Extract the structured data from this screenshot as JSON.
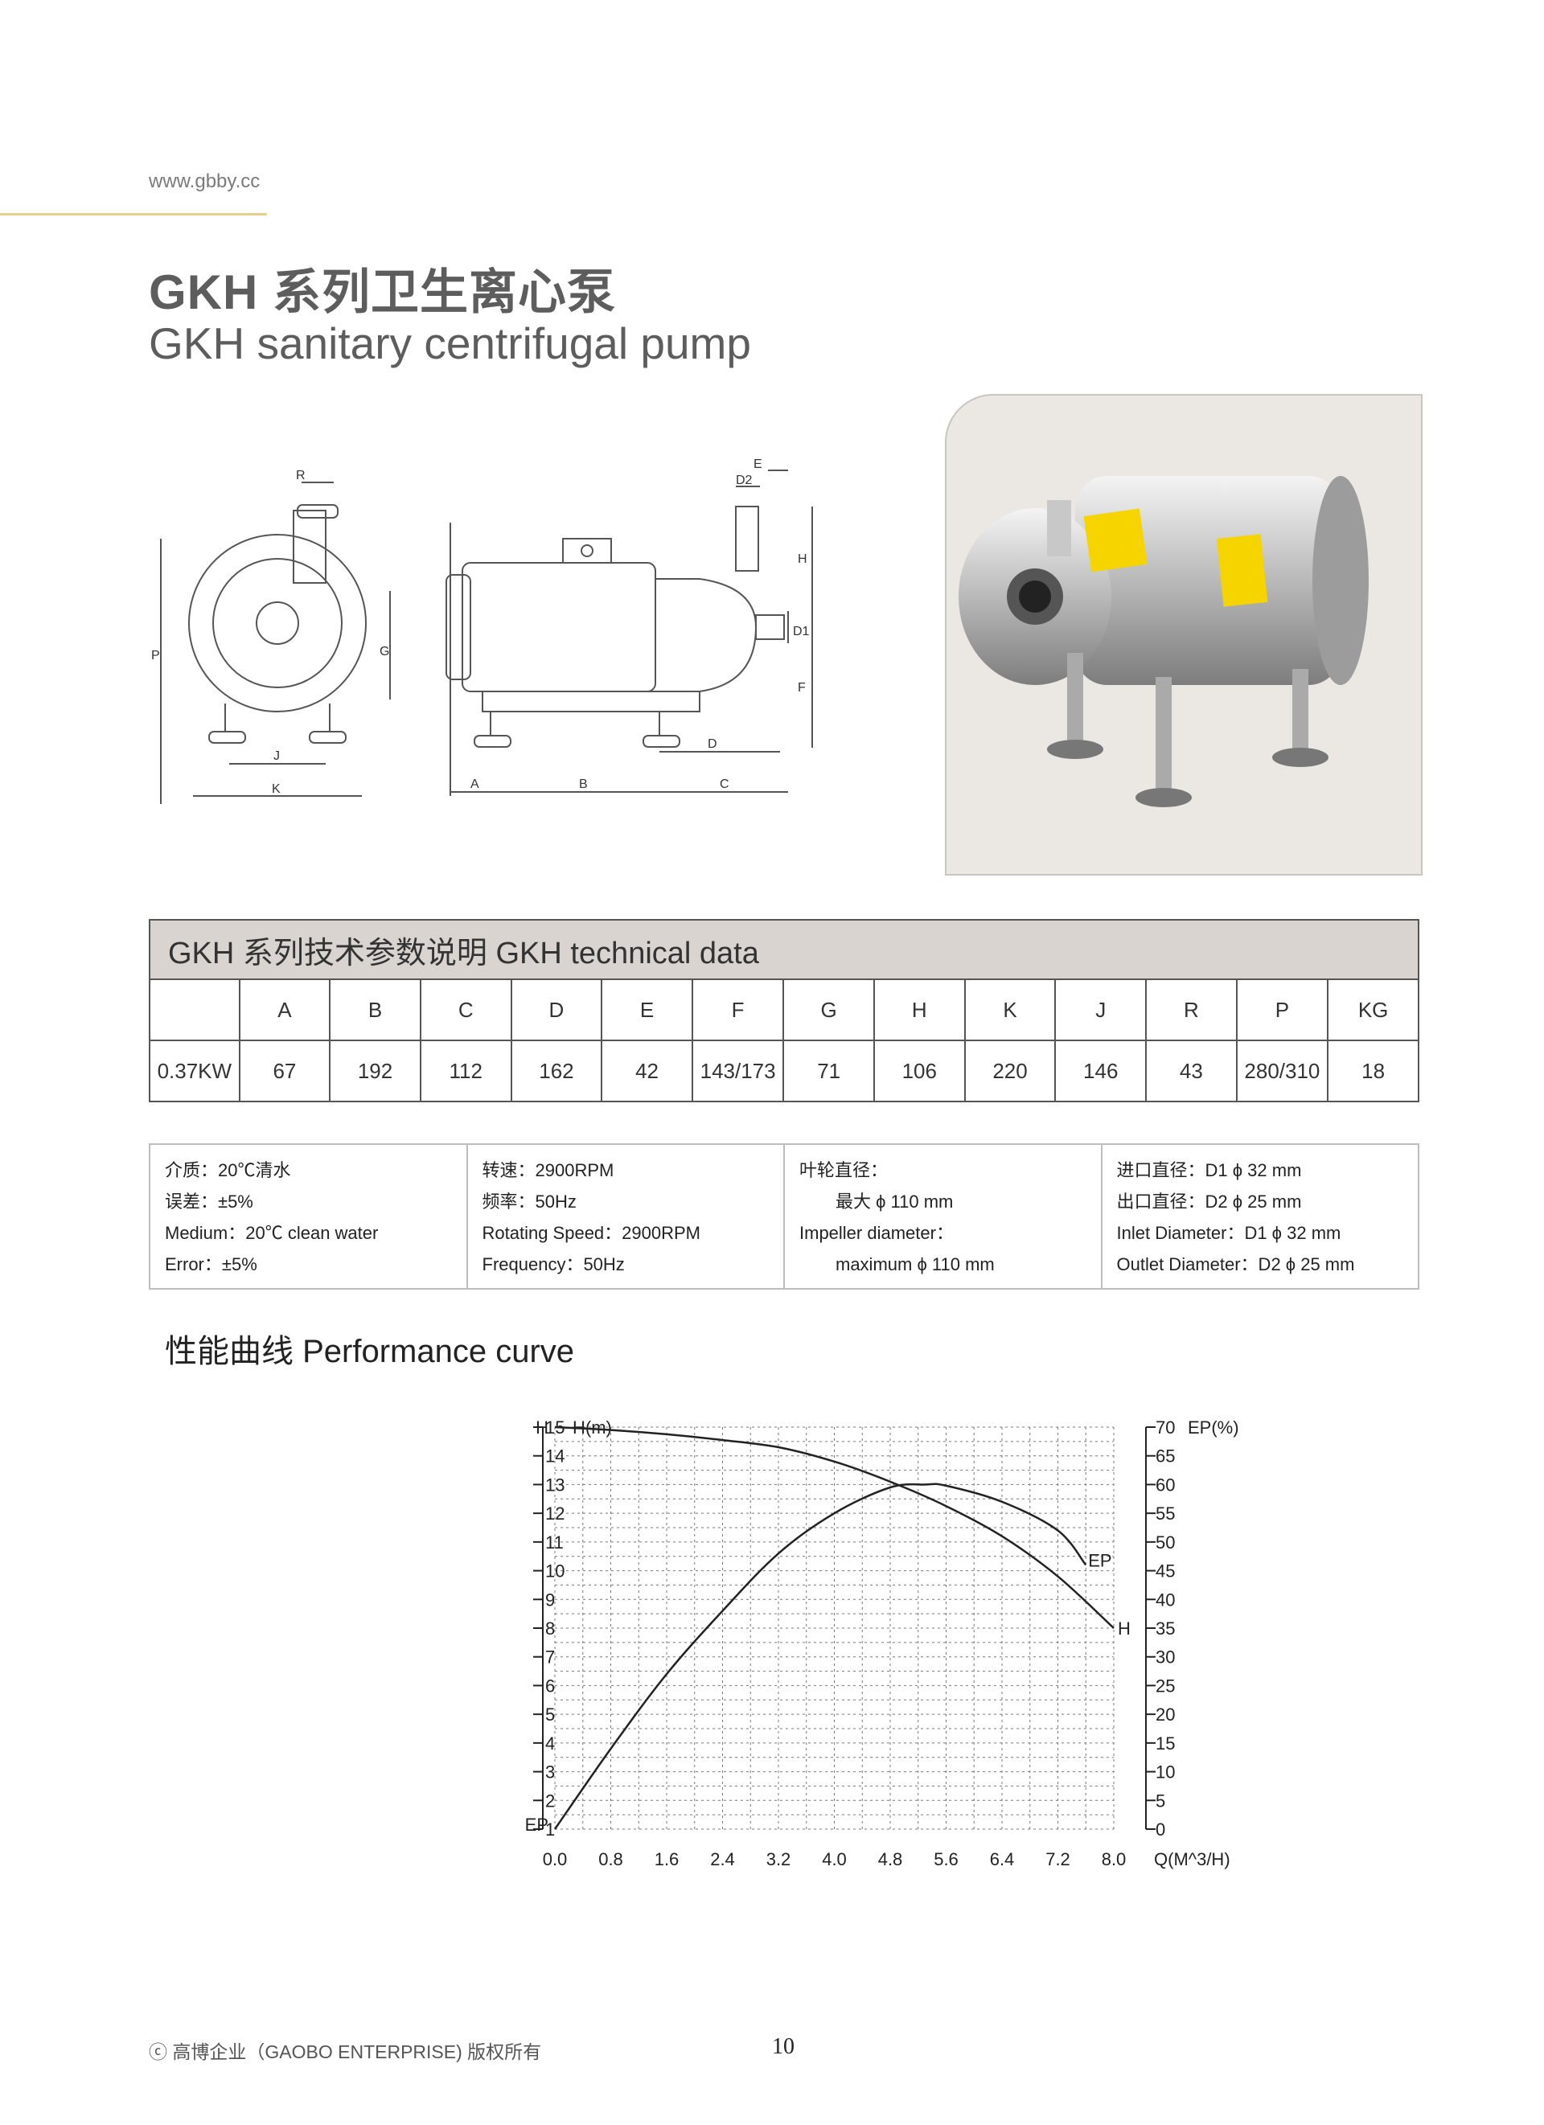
{
  "header": {
    "site_url": "www.gbby.cc",
    "title_cn": "GKH 系列卫生离心泵",
    "title_en": "GKH sanitary centrifugal pump"
  },
  "drawing": {
    "front_labels": [
      "R",
      "P",
      "G",
      "J",
      "K"
    ],
    "side_labels": [
      "E",
      "D2",
      "H",
      "D1",
      "F",
      "D",
      "A",
      "B",
      "C"
    ]
  },
  "tech_table": {
    "title": "GKH 系列技术参数说明  GKH technical data",
    "headers": [
      "",
      "A",
      "B",
      "C",
      "D",
      "E",
      "F",
      "G",
      "H",
      "K",
      "J",
      "R",
      "P",
      "KG"
    ],
    "row": [
      "0.37KW",
      "67",
      "192",
      "112",
      "162",
      "42",
      "143/173",
      "71",
      "106",
      "220",
      "146",
      "43",
      "280/310",
      "18"
    ]
  },
  "specs": {
    "col1": [
      "介质：20℃清水",
      "误差：±5%",
      "Medium：20℃ clean water",
      "Error：±5%"
    ],
    "col2": [
      "转速：2900RPM",
      "频率：50Hz",
      "Rotating Speed：2900RPM",
      "Frequency：50Hz"
    ],
    "col3": [
      "叶轮直径：",
      "最大 ϕ 110 mm",
      "Impeller diameter：",
      "maximum ϕ 110 mm"
    ],
    "col4": [
      "进口直径：D1 ϕ 32 mm",
      "出口直径：D2 ϕ 25 mm",
      "Inlet Diameter：D1 ϕ 32 mm",
      "Outlet Diameter：D2 ϕ 25 mm"
    ]
  },
  "curve_title": "性能曲线  Performance curve",
  "chart_data": {
    "type": "line",
    "x_ticks": [
      "0.0",
      "0.8",
      "1.6",
      "2.4",
      "3.2",
      "4.0",
      "4.8",
      "5.6",
      "6.4",
      "7.2",
      "8.0"
    ],
    "xlabel": "Q(M^3/H)",
    "xlim": [
      0,
      8
    ],
    "y_left_label": "H(m)",
    "y_left_ticks": [
      "15",
      "14",
      "13",
      "12",
      "11",
      "10",
      "9",
      "8",
      "7",
      "6",
      "5",
      "4",
      "3",
      "2",
      "1"
    ],
    "y_left_lim": [
      1,
      15
    ],
    "y_right_label": "EP(%)",
    "y_right_ticks": [
      "70",
      "65",
      "60",
      "55",
      "50",
      "45",
      "40",
      "35",
      "30",
      "25",
      "20",
      "15",
      "10",
      "5",
      "0"
    ],
    "y_right_lim": [
      0,
      70
    ],
    "grid": true,
    "series": [
      {
        "name": "H",
        "axis": "left",
        "x": [
          0,
          0.8,
          1.6,
          2.4,
          3.2,
          4.0,
          4.8,
          5.6,
          6.4,
          7.2,
          8.0
        ],
        "y": [
          15.0,
          14.9,
          14.75,
          14.55,
          14.3,
          13.8,
          13.1,
          12.25,
          11.2,
          9.8,
          8.0
        ],
        "color": "#222222"
      },
      {
        "name": "EP",
        "axis": "right",
        "x": [
          0,
          0.8,
          1.6,
          2.4,
          3.2,
          4.0,
          4.8,
          5.3,
          5.6,
          6.4,
          7.2,
          7.6
        ],
        "y": [
          0,
          14,
          27,
          38,
          48,
          55,
          59.5,
          60,
          59.8,
          57,
          52,
          46
        ],
        "color": "#222222"
      }
    ],
    "curve_labels": {
      "h_start": "H",
      "h_end": "H",
      "ep_start": "EP",
      "ep_end": "EP"
    }
  },
  "footer": {
    "copyright": "ⓒ 高博企业（GAOBO ENTERPRISE) 版权所有",
    "page_number": "10"
  }
}
